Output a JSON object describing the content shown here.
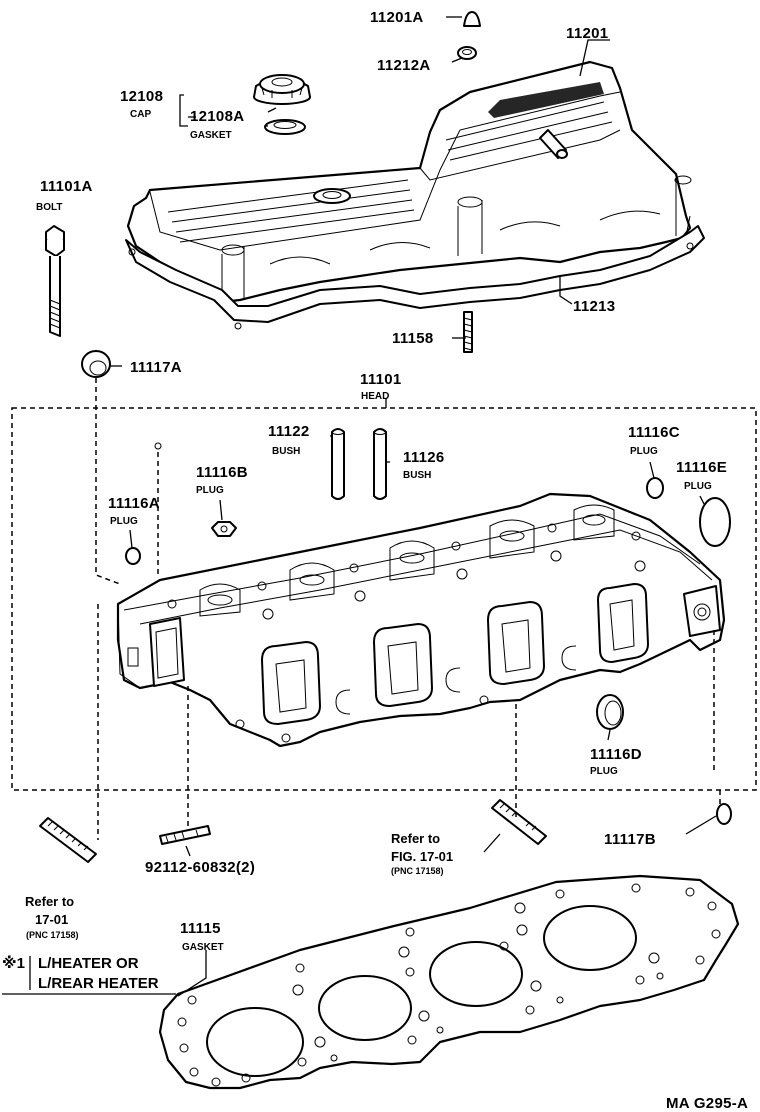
{
  "parts": {
    "p11201A": "11201A",
    "p11212A": "11212A",
    "p11201": "11201",
    "p12108": "12108",
    "cap": "CAP",
    "p12108A": "12108A",
    "gasket_cap": "GASKET",
    "p11101A": "11101A",
    "bolt": "BOLT",
    "p11213": "11213",
    "p11158": "11158",
    "p11117A": "11117A",
    "p11101": "11101",
    "head": "HEAD",
    "p11122": "11122",
    "bush1": "BUSH",
    "p11126": "11126",
    "bush2": "BUSH",
    "p11116C": "11116C",
    "plug_c": "PLUG",
    "p11116E": "11116E",
    "plug_e": "PLUG",
    "p11116B": "11116B",
    "plug_b": "PLUG",
    "p11116A": "11116A",
    "plug_a": "PLUG",
    "p11116D": "11116D",
    "plug_d": "PLUG",
    "p11117B": "11117B",
    "p92112": "92112-60832(2)",
    "p11115": "11115",
    "gasket_head": "GASKET"
  },
  "refs": {
    "right_line1": "Refer to",
    "right_line2": "FIG. 17-01",
    "right_pnc": "(PNC 17158)",
    "left_line1": "Refer to",
    "left_line2": "17-01",
    "left_pnc": "(PNC 17158)"
  },
  "note": {
    "symbol": "※1",
    "line1": "L/HEATER OR",
    "line2": "L/REAR HEATER"
  },
  "figure_code": "MA G295-A"
}
